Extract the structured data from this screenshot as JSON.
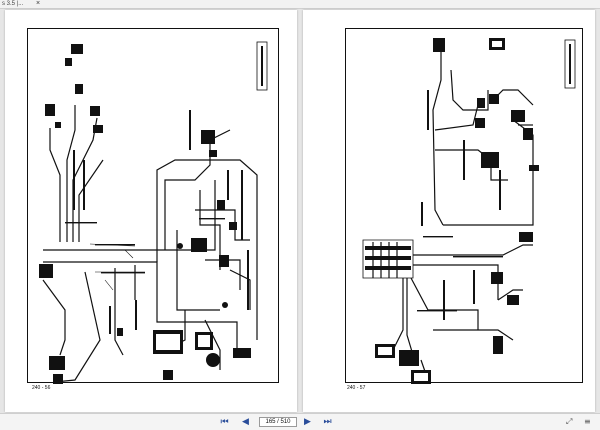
{
  "window": {
    "tab_title": "s 3.5 |...",
    "close_glyph": "×"
  },
  "pages": {
    "left_number": "240 - 56",
    "right_number": "240 - 57"
  },
  "toolbar": {
    "first_glyph": "⏮",
    "prev_glyph": "◀",
    "page_indicator": "165 / 510",
    "next_glyph": "▶",
    "last_glyph": "⏭",
    "zoom_glyph": "⤢",
    "menu_glyph": "≡"
  },
  "colors": {
    "background": "#e6e6e6",
    "page": "#ffffff",
    "ink": "#111111",
    "nav_accent": "#2a4d9a"
  }
}
